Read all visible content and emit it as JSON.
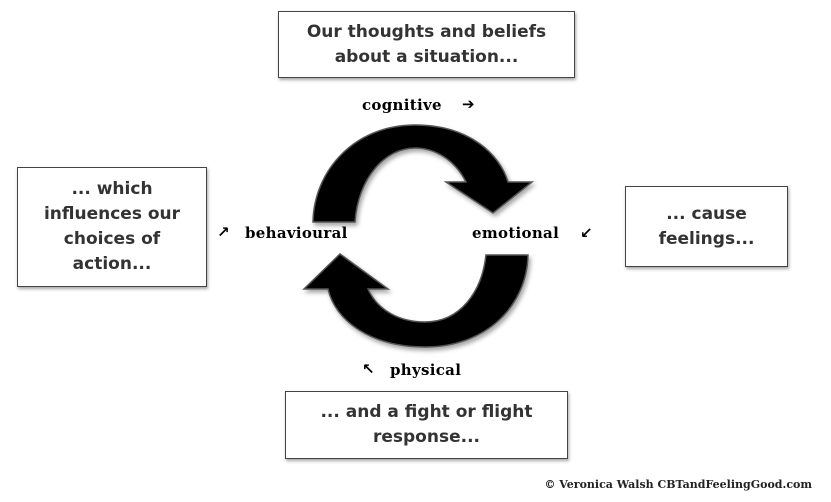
{
  "boxes": {
    "top": "Our thoughts and beliefs\nabout a situation...",
    "left": "... which\ninfluences our\nchoices of\naction...",
    "right": "... cause\nfeelings...",
    "bottom": "... and a fight or flight\nresponse..."
  },
  "stages": {
    "cognitive": "cognitive",
    "behavioural": "behavioural",
    "emotional": "emotional",
    "physical": "physical"
  },
  "arrows": {
    "cognitive": "➔",
    "behavioural": "↗",
    "emotional": "↙",
    "physical": "↖"
  },
  "copyright": "© Veronica Walsh CBTandFeelingGood.com"
}
